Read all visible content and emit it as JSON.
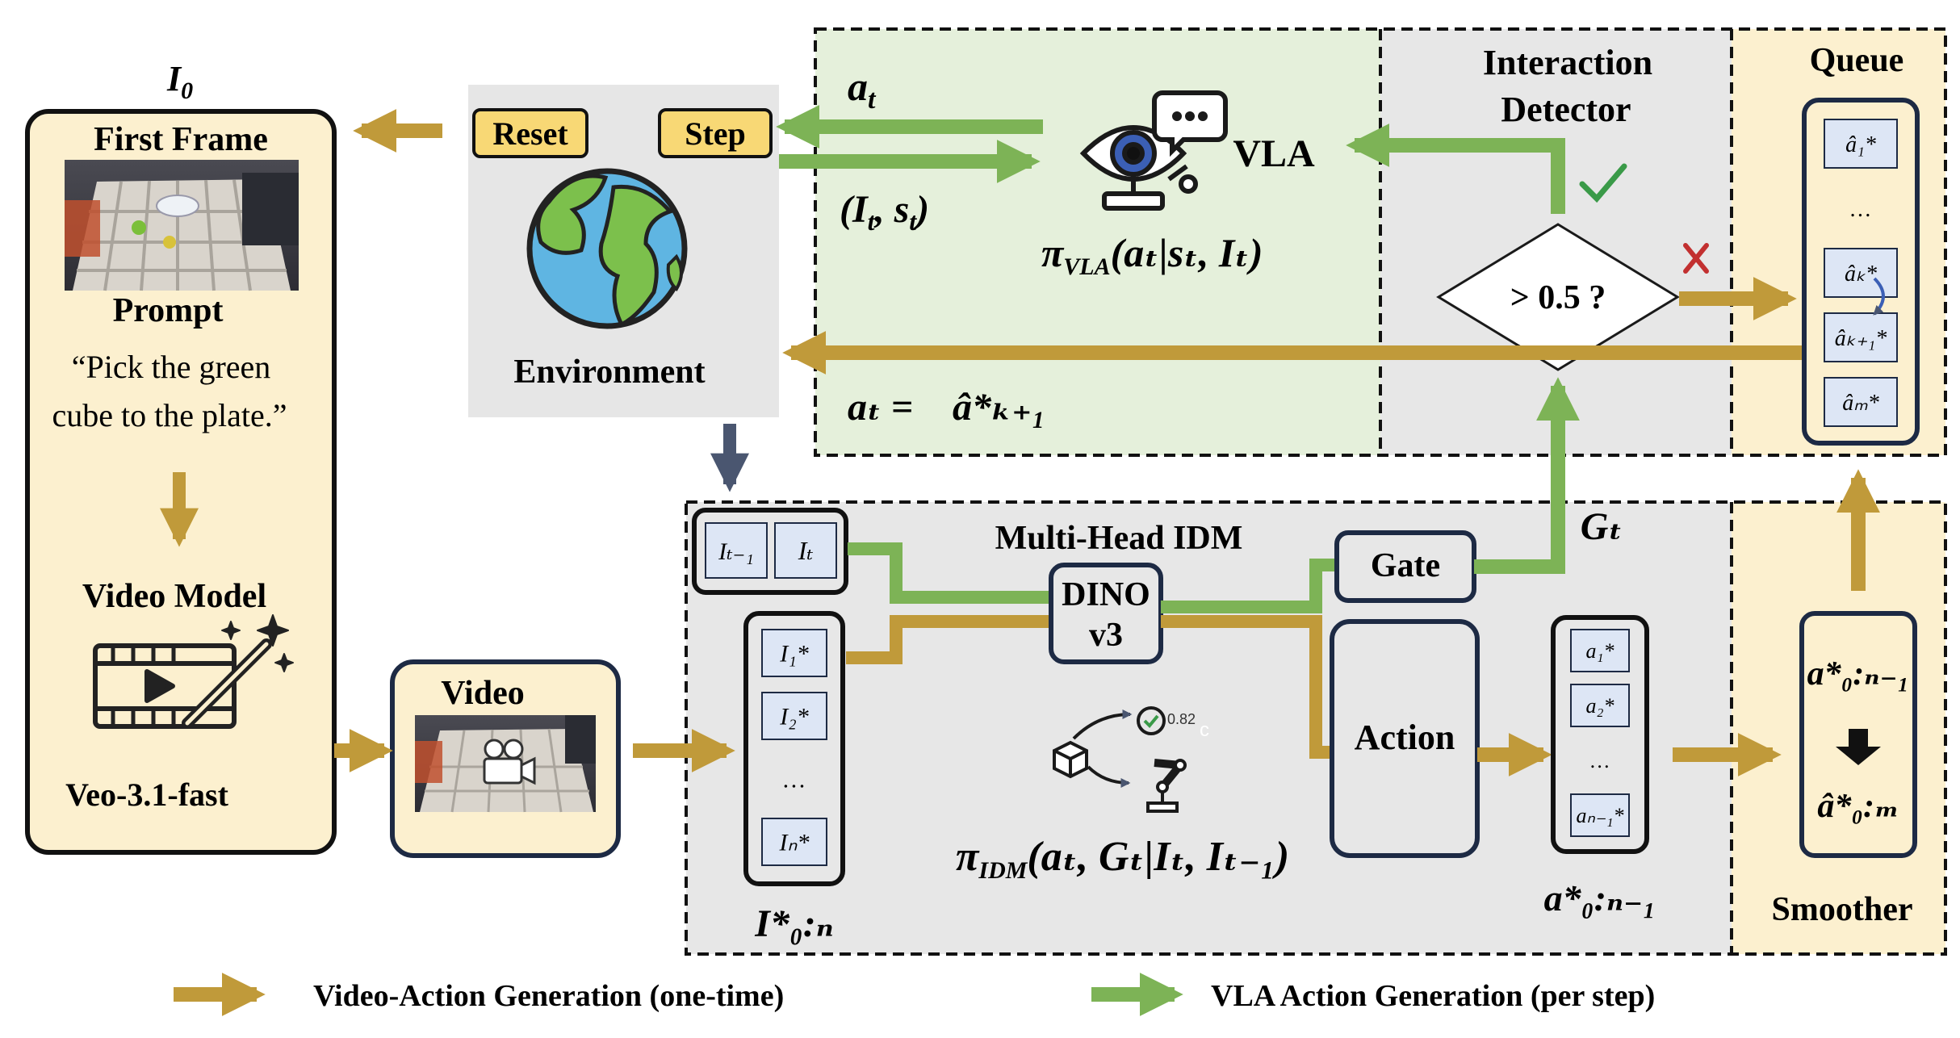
{
  "labels": {
    "i0": "I",
    "i0_sub": "0",
    "first_frame": "First Frame",
    "prompt_title": "Prompt",
    "prompt_line1": "“Pick the green",
    "prompt_line2": "cube to the plate.”",
    "video_model": "Video Model",
    "veo": "Veo-3.1-fast",
    "reset": "Reset",
    "step": "Step",
    "environment": "Environment",
    "video": "Video",
    "vla": "VLA",
    "at": "a",
    "at_sub": "t",
    "obs_open": "(I",
    "obs_sub1": "t",
    "obs_mid": ", s",
    "obs_sub2": "t",
    "obs_close": ")",
    "pi_vla": "π",
    "pi_vla_sub": "VLA",
    "pi_vla_args": "(aₜ|sₜ, Iₜ)",
    "interaction_line1": "Interaction",
    "interaction_line2": "Detector",
    "threshold": "> 0.5 ?",
    "queue": "Queue",
    "queue_items": [
      "â₁*",
      "…",
      "âₖ*",
      "âₖ₊₁*",
      "âₘ*"
    ],
    "at_eq": "aₜ =",
    "at_eq_rhs": "â*ₖ₊₁",
    "multi_head_idm": "Multi-Head IDM",
    "frame_prev": "Iₜ₋₁",
    "frame_cur": "Iₜ",
    "frames": [
      "I₁*",
      "I₂*",
      "…",
      "Iₙ*"
    ],
    "frames_label": "I*₀:ₙ",
    "dino_line1": "DINO",
    "dino_line2": "v3",
    "gate": "Gate",
    "gt": "Gₜ",
    "action": "Action",
    "actions": [
      "a₁*",
      "a₂*",
      "…",
      "aₙ₋₁*"
    ],
    "actions_label": "a*₀:ₙ₋₁",
    "score": "0.82",
    "score_c": "c",
    "pi_idm": "π",
    "pi_idm_sub": "IDM",
    "pi_idm_args": "(aₜ, Gₜ|Iₜ, Iₜ₋₁)",
    "smoother": "Smoother",
    "smoother_in": "a*₀:ₙ₋₁",
    "smoother_out": "â*₀:ₘ",
    "legend_gold": "Video-Action Generation (one-time)",
    "legend_green": "VLA Action Generation (per step)"
  },
  "colors": {
    "gold": "#c09a3a",
    "green": "#7db356",
    "cream": "#fcf0cf",
    "green_bg": "#e5f0db",
    "grey_bg": "#e7e7e7",
    "navy": "#1d2a44",
    "item_fill": "#dde6f5",
    "button_fill": "#f8d875",
    "check": "#3a9a48",
    "cross": "#c23030"
  },
  "icons": [
    "video-camera-icon",
    "earth-globe-icon",
    "vla-eye-robot-icon",
    "magic-video-icon",
    "robot-arm-icon",
    "checkmark-icon",
    "cross-icon"
  ]
}
